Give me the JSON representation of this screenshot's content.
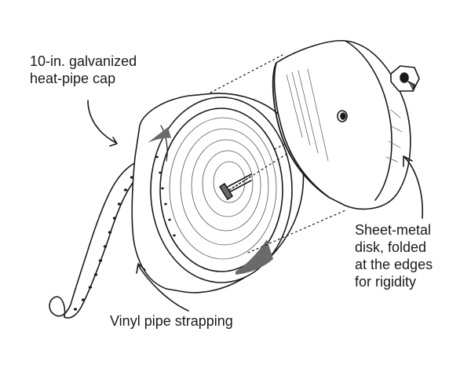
{
  "labels": {
    "cap": [
      "10-in. galvanized",
      "heat-pipe cap"
    ],
    "disk": [
      "Sheet-metal",
      "disk, folded",
      "at the edges",
      "for rigidity"
    ],
    "strap": [
      "Vinyl pipe strapping"
    ]
  },
  "colors": {
    "ink": "#1a1a1a",
    "paper": "#ffffff",
    "shade": "#6a6a6a"
  }
}
